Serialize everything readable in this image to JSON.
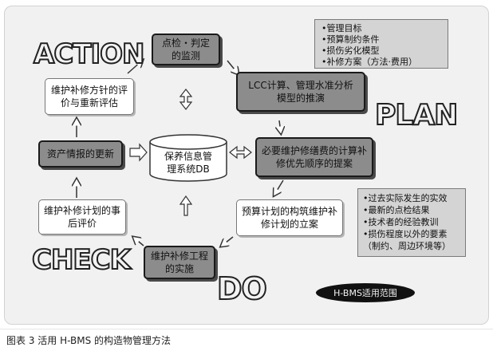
{
  "labels": {
    "action": "ACTION",
    "plan": "PLAN",
    "check": "CHECK",
    "do": "DO"
  },
  "boxes": {
    "inspect": "点检・判定的监测",
    "lcc": "LCC计算、管理水准分析模型的推演",
    "budget_calc": "必要维护修缮费的计算补修优先顺序的提案",
    "plan_build": "预算计划的构筑维护补修计划的立案",
    "execute": "维护补修工程的实施",
    "post_eval": "维护补修计划的事后评价",
    "asset_update": "资产情报的更新",
    "policy": "维护补修方针的评价与重新评估",
    "db": "保养信息管理系统DB"
  },
  "info_top": [
    "•管理目标",
    "•预算制约条件",
    "•损伤劣化模型",
    "•补修方案（方法·费用）"
  ],
  "info_right": [
    "•过去实际发生的实效",
    "•最新的点检结果",
    "•技术者的经验教训",
    "•损伤程度以外的要素",
    "（制约、周边环境等）"
  ],
  "legend": "H-BMS适用范围",
  "caption": "图表 3   活用 H-BMS 的构造物管理方法"
}
